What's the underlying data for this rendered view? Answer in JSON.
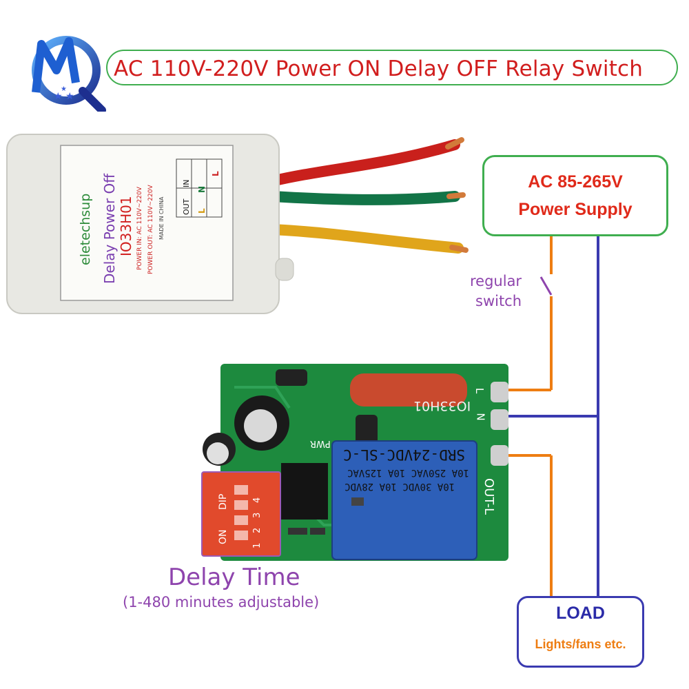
{
  "header": {
    "title": "AC 110V-220V Power ON Delay OFF Relay Switch",
    "logo_letters": "MQ"
  },
  "enclosure": {
    "brand": "eletechsup",
    "product": "Delay Power Off",
    "model": "IO33H01",
    "power_in": "POWER IN: AC 110V~220V",
    "power_out": "POWER OUT: AC 110V~220V",
    "made_in": "MADE IN CHINA",
    "terminal_in": "IN",
    "terminal_out": "OUT",
    "terminal_l": "L",
    "terminal_n": "N",
    "terminal_l2": "L"
  },
  "power_supply": {
    "line1": "AC 85-265V",
    "line2": "Power Supply"
  },
  "switch_label": {
    "line1": "regular",
    "line2": "switch"
  },
  "pcb": {
    "model": "IO33H01",
    "pwr": "PWR",
    "terminal_l": "L",
    "terminal_n": "N",
    "terminal_out": "OUT-L",
    "relay_model": "SRD-24VDC-SL-C",
    "relay_rating1": "10A 250VAC  10A 125VAC",
    "relay_rating2": "10A 30VDC   10A 28VDC",
    "dip_on": "ON",
    "dip_label": "DIP",
    "dip_numbers": [
      "1",
      "2",
      "3",
      "4"
    ]
  },
  "delay": {
    "title": "Delay Time",
    "subtitle": "(1-480 minutes adjustable)"
  },
  "load": {
    "title": "LOAD",
    "subtitle": "Lights/fans etc."
  },
  "colors": {
    "title_red": "#d11e1e",
    "frame_green": "#3fae4f",
    "wire_orange": "#ee7d12",
    "wire_blue": "#3a3ab0",
    "label_purple": "#8e44ad",
    "pcb_green": "#1d8a3e",
    "relay_blue": "#2d5fb8"
  }
}
